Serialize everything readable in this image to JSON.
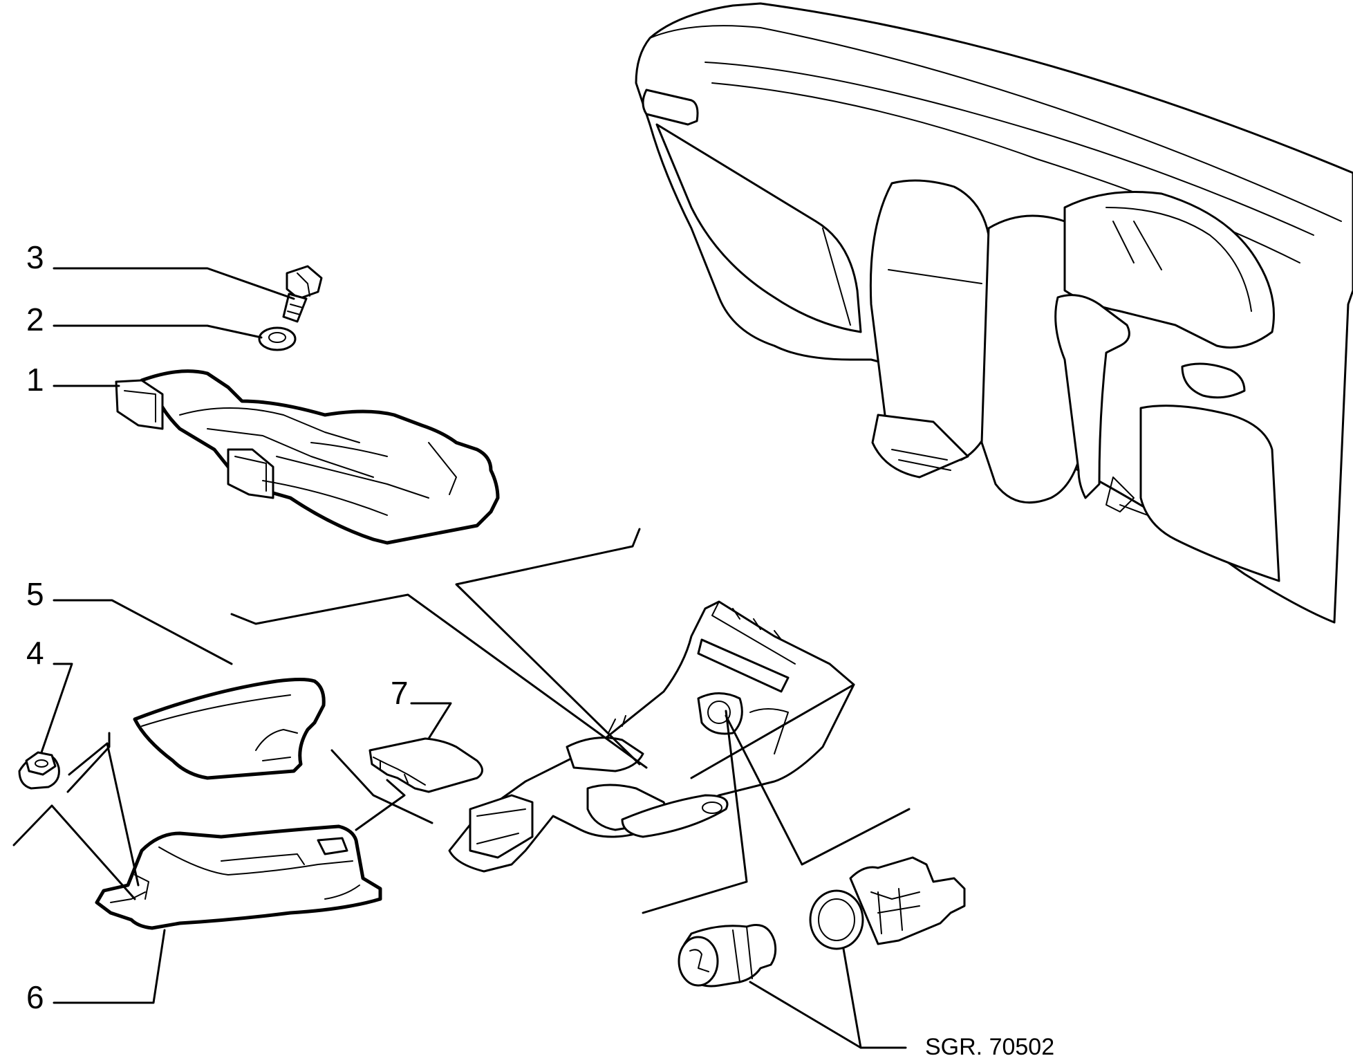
{
  "callouts": [
    {
      "id": "1",
      "label": "1"
    },
    {
      "id": "2",
      "label": "2"
    },
    {
      "id": "3",
      "label": "3"
    },
    {
      "id": "4",
      "label": "4"
    },
    {
      "id": "5",
      "label": "5"
    },
    {
      "id": "6",
      "label": "6"
    },
    {
      "id": "7",
      "label": "7"
    }
  ],
  "reference_code": "SGR. 70502",
  "colors": {
    "line": "#000000",
    "background": "#ffffff"
  }
}
